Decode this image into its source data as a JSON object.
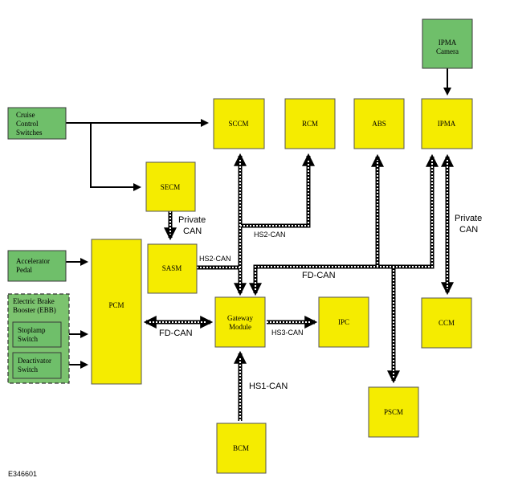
{
  "modules": {
    "ipma_camera": [
      "IPMA",
      "Camera"
    ],
    "cruise_switches": [
      "Cruise",
      "Control",
      "Switches"
    ],
    "sccm": "SCCM",
    "rcm": "RCM",
    "abs": "ABS",
    "ipma": "IPMA",
    "secm": "SECM",
    "sasm": "SASM",
    "accel_pedal": [
      "Accelerator",
      "Pedal"
    ],
    "pcm": "PCM",
    "ebb": [
      "Electric Brake",
      "Booster (EBB)"
    ],
    "stoplamp_switch": [
      "Stoplamp",
      "Switch"
    ],
    "deactivator_switch": [
      "Deactivator",
      "Switch"
    ],
    "gateway": [
      "Gateway",
      "Module"
    ],
    "ipc": "IPC",
    "ccm": "CCM",
    "pscm": "PSCM",
    "bcm": "BCM"
  },
  "buses": {
    "private_can_secm": [
      "Private",
      "CAN"
    ],
    "private_can_ipma": [
      "Private",
      "CAN"
    ],
    "hs2_can_top": "HS2-CAN",
    "hs2_can_sasm": "HS2-CAN",
    "fd_can_top": "FD-CAN",
    "fd_can_pcm": "FD-CAN",
    "hs3_can": "HS3-CAN",
    "hs1_can": "HS1-CAN"
  },
  "figure_id": "E346601"
}
